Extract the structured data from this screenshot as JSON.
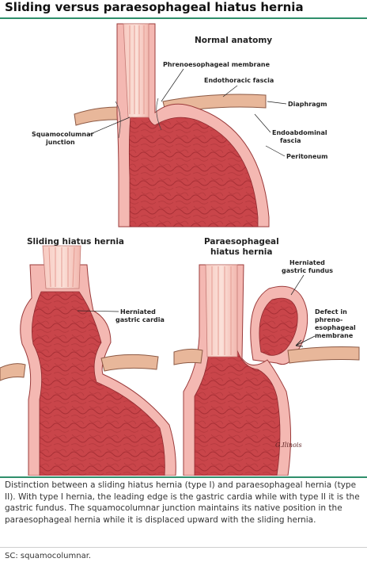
{
  "title": "Sliding versus paraesophageal hiatus hernia",
  "panels": {
    "normal": {
      "heading": "Normal anatomy",
      "labels": {
        "phrenoesophageal_membrane": "Phrenoesophageal membrane",
        "endothoracic_fascia": "Endothoracic fascia",
        "diaphragm": "Diaphragm",
        "squamocolumnar_1": "Squamocolumnar",
        "squamocolumnar_2": "junction",
        "endoabdominal_1": "Endoabdominal",
        "endoabdominal_2": "fascia",
        "peritoneum": "Peritoneum"
      }
    },
    "sliding": {
      "heading": "Sliding hiatus hernia",
      "labels": {
        "herniated_cardia_1": "Herniated",
        "herniated_cardia_2": "gastric cardia"
      }
    },
    "paraesophageal": {
      "heading_1": "Paraesophageal",
      "heading_2": "hiatus hernia",
      "labels": {
        "herniated_fundus_1": "Herniated",
        "herniated_fundus_2": "gastric fundus",
        "defect_1": "Defect in",
        "defect_2": "phreno-",
        "defect_3": "esophageal",
        "defect_4": "membrane"
      },
      "signature": "G.Ilinois"
    }
  },
  "caption": "Distinction between a sliding hiatus hernia (type I) and paraesophageal hernia (type II). With type I hernia, the leading edge is the gastric cardia while with type II it is the gastric fundus. The squamocolumnar junction maintains its native position in the paraesophageal hernia while it is displaced upward with the sliding hernia.",
  "abbreviations": "SC: squamocolumnar.",
  "colors": {
    "accent_rule": "#2f8f6b",
    "stomach_mucosa": "#c9454a",
    "wall": "#f4b8b2",
    "diaphragm": "#e8b79a"
  }
}
